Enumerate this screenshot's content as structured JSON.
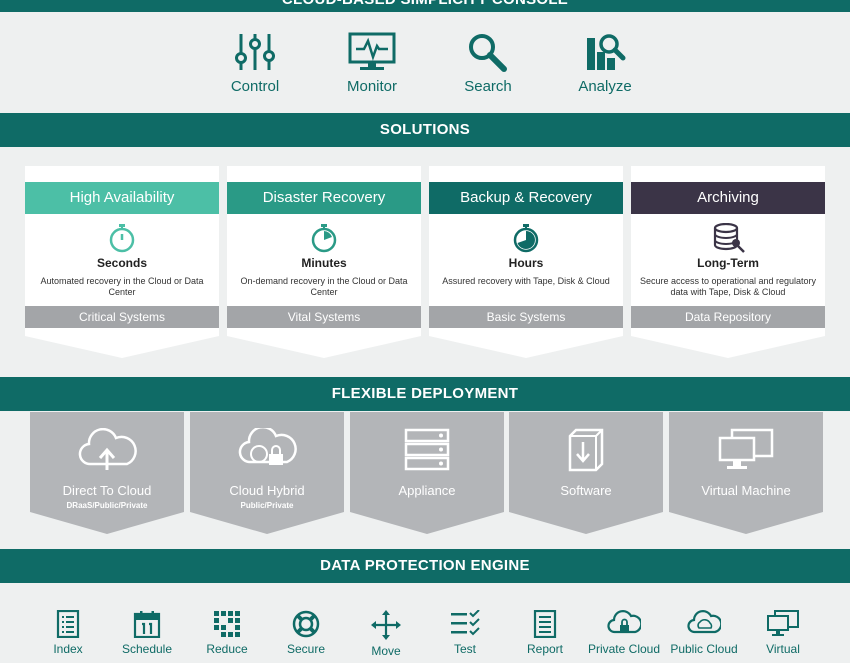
{
  "header": {
    "title": "CLOUD-BASED SIMPLICITY CONSOLE"
  },
  "console": {
    "items": [
      {
        "label": "Control",
        "icon": "sliders-icon"
      },
      {
        "label": "Monitor",
        "icon": "monitor-icon"
      },
      {
        "label": "Search",
        "icon": "magnifier-icon"
      },
      {
        "label": "Analyze",
        "icon": "analyze-icon"
      }
    ]
  },
  "solutions": {
    "title": "SOLUTIONS",
    "cards": [
      {
        "heading": "High Availability",
        "color": "#4cbfa6",
        "time": "Seconds",
        "description": "Automated recovery in the Cloud or Data Center",
        "footer": "Critical Systems",
        "icon": "stopwatch-icon"
      },
      {
        "heading": "Disaster Recovery",
        "color": "#2a9a86",
        "time": "Minutes",
        "description": "On-demand recovery in the Cloud or Data Center",
        "footer": "Vital Systems",
        "icon": "stopwatch-icon"
      },
      {
        "heading": "Backup & Recovery",
        "color": "#0f6b66",
        "time": "Hours",
        "description": "Assured recovery with Tape, Disk & Cloud",
        "footer": "Basic Systems",
        "icon": "stopwatch-icon"
      },
      {
        "heading": "Archiving",
        "color": "#3b3447",
        "time": "Long-Term",
        "description": "Secure access to operational and regulatory data with Tape, Disk & Cloud",
        "footer": "Data Repository",
        "icon": "database-key-icon"
      }
    ]
  },
  "deployment": {
    "title": "FLEXIBLE DEPLOYMENT",
    "items": [
      {
        "title": "Direct To Cloud",
        "subtitle": "DRaaS/Public/Private",
        "icon": "cloud-upload-icon"
      },
      {
        "title": "Cloud Hybrid",
        "subtitle": "Public/Private",
        "icon": "cloud-lock-icon"
      },
      {
        "title": "Appliance",
        "subtitle": "",
        "icon": "server-icon"
      },
      {
        "title": "Software",
        "subtitle": "",
        "icon": "software-box-icon"
      },
      {
        "title": "Virtual Machine",
        "subtitle": "",
        "icon": "virtual-machine-icon"
      }
    ]
  },
  "engine": {
    "title": "DATA PROTECTION ENGINE",
    "items": [
      {
        "label": "Index",
        "icon": "index-icon"
      },
      {
        "label": "Schedule",
        "icon": "calendar-icon"
      },
      {
        "label": "Reduce",
        "icon": "reduce-grid-icon"
      },
      {
        "label": "Secure",
        "icon": "lifebuoy-icon"
      },
      {
        "label": "Move",
        "icon": "move-arrows-icon"
      },
      {
        "label": "Test",
        "icon": "checklist-icon"
      },
      {
        "label": "Report",
        "icon": "report-icon"
      },
      {
        "label": "Private Cloud",
        "icon": "private-cloud-icon"
      },
      {
        "label": "Public Cloud",
        "icon": "public-cloud-icon"
      },
      {
        "label": "Virtual",
        "icon": "virtual-icon"
      }
    ]
  },
  "colors": {
    "teal": "#0f6b66",
    "gray": "#a3a5a8",
    "card_gray": "#b3b5b8"
  }
}
